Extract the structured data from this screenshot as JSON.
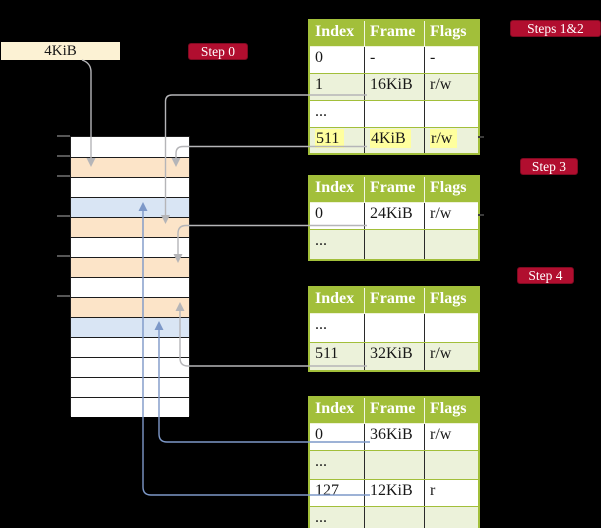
{
  "frame_label": {
    "text": "4KiB"
  },
  "step_badges": [
    {
      "id": "step0",
      "label": "Step 0"
    },
    {
      "id": "steps12",
      "label": "Steps 1&2"
    },
    {
      "id": "step3",
      "label": "Step 3"
    },
    {
      "id": "step4",
      "label": "Step 4"
    }
  ],
  "memory_column": {
    "rows": [
      "white",
      "orange",
      "white",
      "blue",
      "orange",
      "white",
      "orange",
      "white",
      "orange",
      "blue",
      "white",
      "white",
      "white",
      "white"
    ],
    "tick_rows": [
      1,
      2,
      3,
      5,
      7,
      9
    ]
  },
  "page_tables": [
    {
      "name": "page-table-steps-1-2",
      "headers": [
        "Index",
        "Frame",
        "Flags"
      ],
      "rows": [
        {
          "index": "0",
          "frame": "-",
          "flags": "-",
          "shaded": false,
          "highlighted": false
        },
        {
          "index": "1",
          "frame": "16KiB",
          "flags": "r/w",
          "shaded": true,
          "highlighted": false
        },
        {
          "index": "...",
          "frame": "",
          "flags": "",
          "shaded": false,
          "highlighted": false
        },
        {
          "index": "511",
          "frame": "4KiB",
          "flags": "r/w",
          "shaded": true,
          "highlighted": true
        }
      ]
    },
    {
      "name": "page-table-step-3",
      "headers": [
        "Index",
        "Frame",
        "Flags"
      ],
      "rows": [
        {
          "index": "0",
          "frame": "24KiB",
          "flags": "r/w",
          "shaded": false,
          "highlighted": false
        },
        {
          "index": "...",
          "frame": "",
          "flags": "",
          "shaded": true,
          "highlighted": false
        }
      ]
    },
    {
      "name": "page-table-step-4-upper",
      "headers": [
        "Index",
        "Frame",
        "Flags"
      ],
      "rows": [
        {
          "index": "...",
          "frame": "",
          "flags": "",
          "shaded": false,
          "highlighted": false
        },
        {
          "index": "511",
          "frame": "32KiB",
          "flags": "r/w",
          "shaded": true,
          "highlighted": false
        }
      ]
    },
    {
      "name": "page-table-step-4-lower",
      "headers": [
        "Index",
        "Frame",
        "Flags"
      ],
      "rows": [
        {
          "index": "0",
          "frame": "36KiB",
          "flags": "r/w",
          "shaded": false,
          "highlighted": false
        },
        {
          "index": "...",
          "frame": "",
          "flags": "",
          "shaded": true,
          "highlighted": false
        },
        {
          "index": "127",
          "frame": "12KiB",
          "flags": "r",
          "shaded": false,
          "highlighted": false
        },
        {
          "index": "...",
          "frame": "",
          "flags": "",
          "shaded": true,
          "highlighted": false
        }
      ]
    }
  ],
  "connections": [
    {
      "from": "frame-size-label",
      "to": "memory-row-2",
      "color": "gray"
    },
    {
      "from": "page-table-steps-1-2.row-1.frame",
      "to": "memory-row-5",
      "color": "gray"
    },
    {
      "from": "page-table-steps-1-2.row-511.frame",
      "to": "memory-row-2",
      "color": "gray"
    },
    {
      "from": "page-table-step-3.row-0.frame",
      "to": "memory-row-7",
      "color": "gray"
    },
    {
      "from": "page-table-step-4-upper.row-511.frame",
      "to": "memory-row-9",
      "color": "gray"
    },
    {
      "from": "page-table-step-4-lower.row-0.frame",
      "to": "memory-row-10",
      "color": "blue"
    },
    {
      "from": "page-table-step-4-lower.row-127.frame",
      "to": "memory-row-4",
      "color": "blue"
    }
  ],
  "colors": {
    "background": "#000000",
    "table_green": "#a2bf3a",
    "table_alt_row": "#ecf2da",
    "badge_red": "#b10e2f",
    "label_cream": "#fcf2d4",
    "memory_orange": "#fce4c8",
    "memory_blue": "#d9e5f4",
    "highlight_yellow": "#ffff9e",
    "connector_gray": "#b5b5b8",
    "connector_blue": "#7d98c8"
  }
}
